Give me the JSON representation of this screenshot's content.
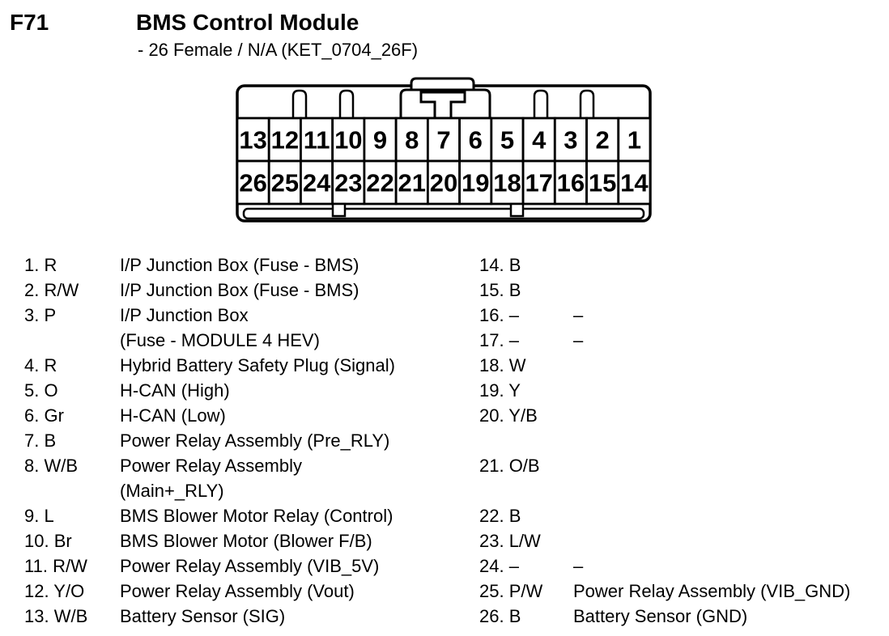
{
  "header": {
    "code": "F71",
    "title": "BMS Control Module",
    "subtitle": "- 26 Female / N/A (KET_0704_26F)"
  },
  "connector": {
    "top_row": [
      "13",
      "12",
      "11",
      "10",
      "9",
      "8",
      "7",
      "6",
      "5",
      "4",
      "3",
      "2",
      "1"
    ],
    "bottom_row": [
      "26",
      "25",
      "24",
      "23",
      "22",
      "21",
      "20",
      "19",
      "18",
      "17",
      "16",
      "15",
      "14"
    ]
  },
  "pin_table": {
    "rows": [
      {
        "l_label": "1. R",
        "l_desc": "I/P Junction Box (Fuse - BMS)",
        "r_label": "14. B",
        "r_desc": ""
      },
      {
        "l_label": "2. R/W",
        "l_desc": "I/P Junction Box (Fuse - BMS)",
        "r_label": "15. B",
        "r_desc": ""
      },
      {
        "l_label": "3. P",
        "l_desc": "I/P Junction Box",
        "r_label": "16. –",
        "r_desc": "–"
      },
      {
        "l_label": "",
        "l_desc": "(Fuse - MODULE 4 HEV)",
        "r_label": "17. –",
        "r_desc": "–"
      },
      {
        "l_label": "4. R",
        "l_desc": "Hybrid Battery Safety Plug (Signal)",
        "r_label": "18. W",
        "r_desc": ""
      },
      {
        "l_label": "5. O",
        "l_desc": "H-CAN (High)",
        "r_label": "19. Y",
        "r_desc": ""
      },
      {
        "l_label": "6. Gr",
        "l_desc": "H-CAN (Low)",
        "r_label": "20. Y/B",
        "r_desc": ""
      },
      {
        "l_label": "7. B",
        "l_desc": "Power Relay Assembly (Pre_RLY)",
        "r_label": "",
        "r_desc": ""
      },
      {
        "l_label": "8. W/B",
        "l_desc": "Power Relay Assembly",
        "r_label": "21. O/B",
        "r_desc": ""
      },
      {
        "l_label": "",
        "l_desc": "(Main+_RLY)",
        "r_label": "",
        "r_desc": ""
      },
      {
        "l_label": "9. L",
        "l_desc": "BMS Blower Motor Relay (Control)",
        "r_label": "22. B",
        "r_desc": ""
      },
      {
        "l_label": "10. Br",
        "l_desc": "BMS Blower Motor (Blower F/B)",
        "r_label": "23. L/W",
        "r_desc": ""
      },
      {
        "l_label": "11. R/W",
        "l_desc": "Power Relay Assembly (VIB_5V)",
        "r_label": "24. –",
        "r_desc": "–"
      },
      {
        "l_label": "12. Y/O",
        "l_desc": "Power Relay Assembly (Vout)",
        "r_label": "25. P/W",
        "r_desc": "Power Relay Assembly (VIB_GND)"
      },
      {
        "l_label": "13. W/B",
        "l_desc": "Battery Sensor (SIG)",
        "r_label": "26. B",
        "r_desc": "Battery Sensor (GND)"
      }
    ]
  },
  "colors": {
    "ink": "#000000",
    "paper": "#ffffff"
  }
}
